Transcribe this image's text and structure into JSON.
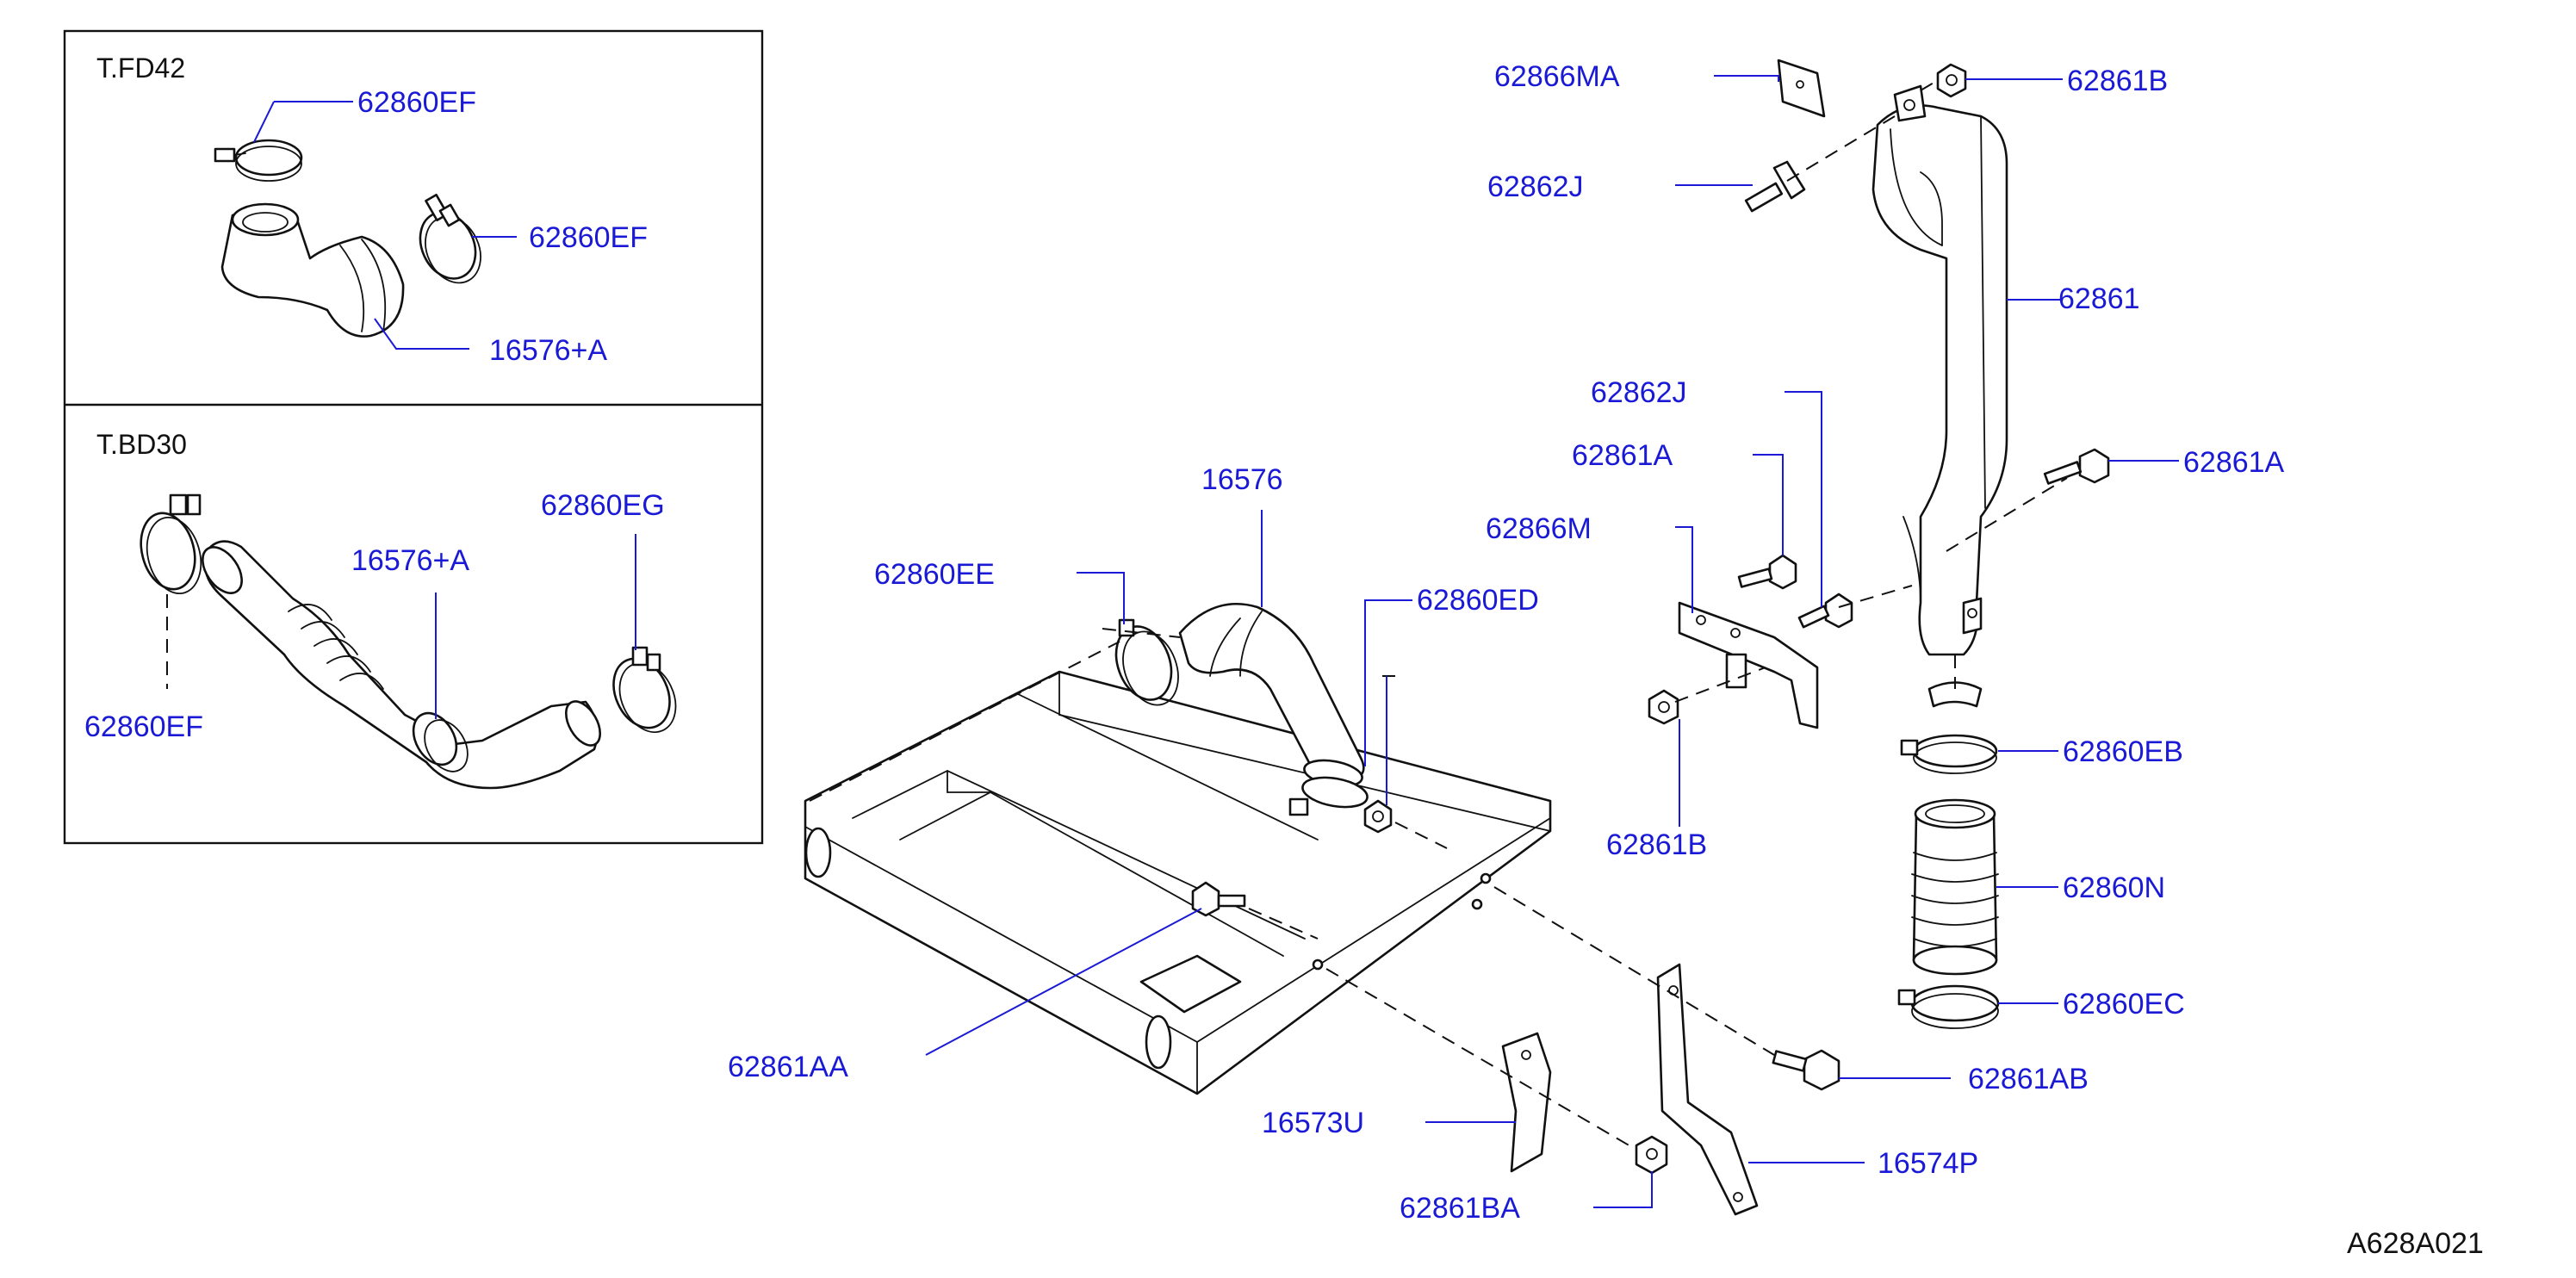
{
  "figure_code": "A628A021",
  "insets": [
    {
      "name": "T.FD42"
    },
    {
      "name": "T.BD30"
    }
  ],
  "parts": {
    "p_62866MA": "62866MA",
    "p_62861B_top": "62861B",
    "p_62862J_top": "62862J",
    "p_62861": "62861",
    "p_62862J_mid": "62862J",
    "p_62861A_left": "62861A",
    "p_62861A_right": "62861A",
    "p_62866M": "62866M",
    "p_16576": "16576",
    "p_62860EE": "62860EE",
    "p_62860ED": "62860ED",
    "p_62861B_mid": "62861B",
    "p_62860EB": "62860EB",
    "p_62860N": "62860N",
    "p_62860EC": "62860EC",
    "p_62861AA": "62861AA",
    "p_62861AB": "62861AB",
    "p_16573U": "16573U",
    "p_16574P": "16574P",
    "p_62861BA": "62861BA",
    "fd42_62860EF_a": "62860EF",
    "fd42_62860EF_b": "62860EF",
    "fd42_16576A": "16576+A",
    "bd30_62860EG": "62860EG",
    "bd30_16576A": "16576+A",
    "bd30_62860EF": "62860EF"
  }
}
